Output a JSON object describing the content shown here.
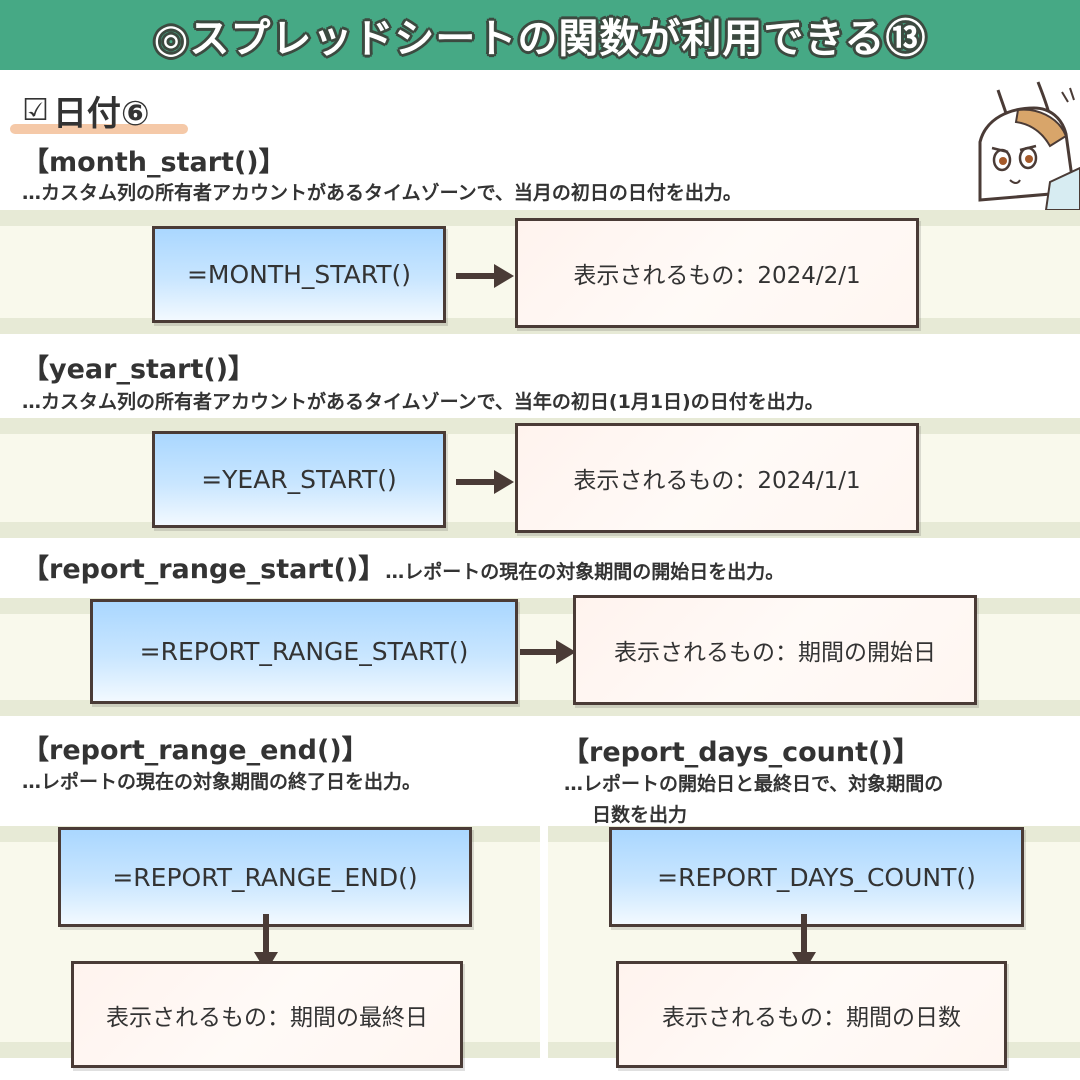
{
  "header": {
    "title": "◎スプレッドシートの関数が利用できる⑬"
  },
  "section": {
    "check": "☑",
    "title": "日付⑥"
  },
  "items": [
    {
      "name": "【month_start()】",
      "desc": "…カスタム列の所有者アカウントがあるタイムゾーンで、当月の初日の日付を出力。",
      "formula": "=MONTH_START()",
      "result": "表示されるもの：2024/2/1"
    },
    {
      "name": "【year_start()】",
      "desc": "…カスタム列の所有者アカウントがあるタイムゾーンで、当年の初日(1月1日)の日付を出力。",
      "formula": "=YEAR_START()",
      "result": "表示されるもの：2024/1/1"
    },
    {
      "name": "【report_range_start()】",
      "desc": "…レポートの現在の対象期間の開始日を出力。",
      "formula": "=REPORT_RANGE_START()",
      "result": "表示されるもの：期間の開始日"
    },
    {
      "name": "【report_range_end()】",
      "desc": "…レポートの現在の対象期間の終了日を出力。",
      "formula": "=REPORT_RANGE_END()",
      "result": "表示されるもの：期間の最終日"
    },
    {
      "name": "【report_days_count()】",
      "desc_line1": "…レポートの開始日と最終日で、対象期間の",
      "desc_line2": "日数を出力",
      "formula": "=REPORT_DAYS_COUNT()",
      "result": "表示されるもの：期間の日数"
    }
  ],
  "colors": {
    "header_bg": "#46a985",
    "formula_bg": "#aad7ff",
    "result_bg": "#fff3ee",
    "border": "#4a3b36"
  },
  "icons": {
    "mascot": "cat-mascot-icon"
  }
}
